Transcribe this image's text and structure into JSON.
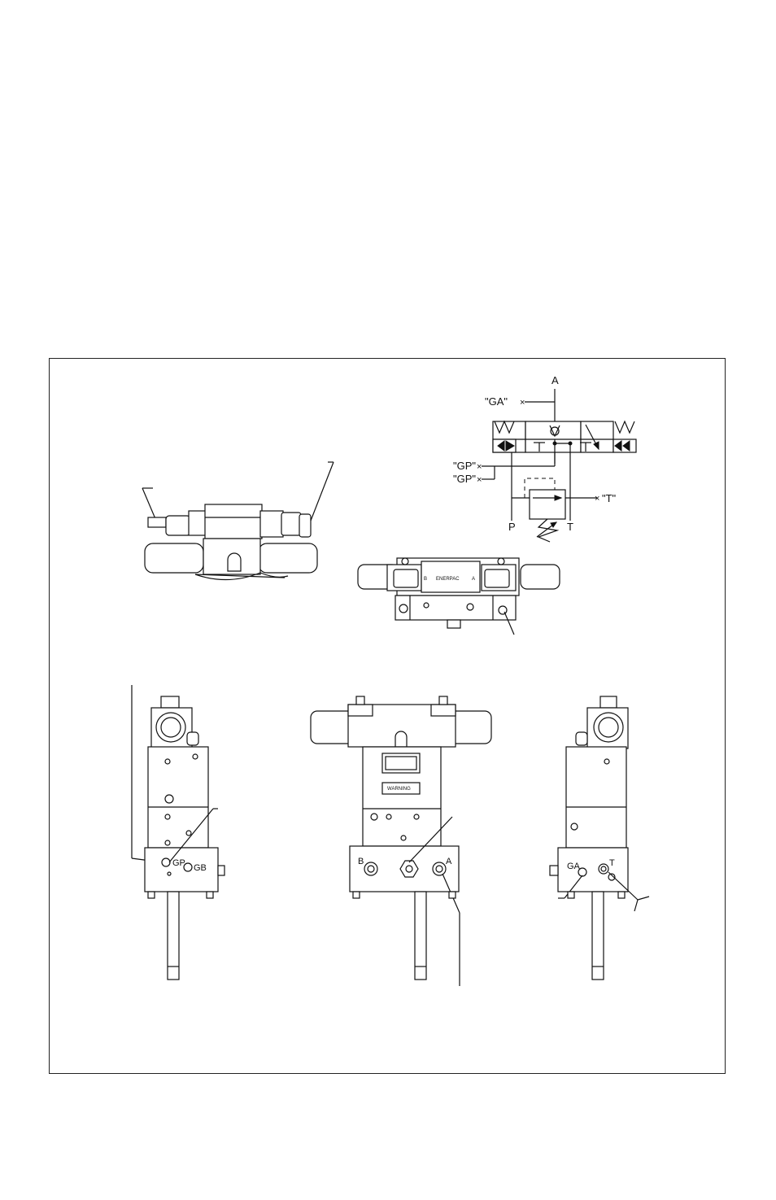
{
  "schematic": {
    "port_a": "A",
    "port_ga": "\"GA\"",
    "port_gp_1": "\"GP\"",
    "port_gp_2": "\"GP\"",
    "port_t_gauge": "\"T\"",
    "port_p": "P",
    "port_t": "T"
  },
  "top_view": {
    "brand": "ENERPAC",
    "port_b": "B",
    "port_a": "A"
  },
  "left_view": {
    "port_gp": "GP",
    "port_gb": "GB"
  },
  "front_view": {
    "port_b": "B",
    "port_a": "A",
    "warning": "WARNING"
  },
  "right_view": {
    "port_ga": "GA",
    "port_t": "T"
  },
  "colors": {
    "line": "#111111",
    "background": "#ffffff"
  }
}
